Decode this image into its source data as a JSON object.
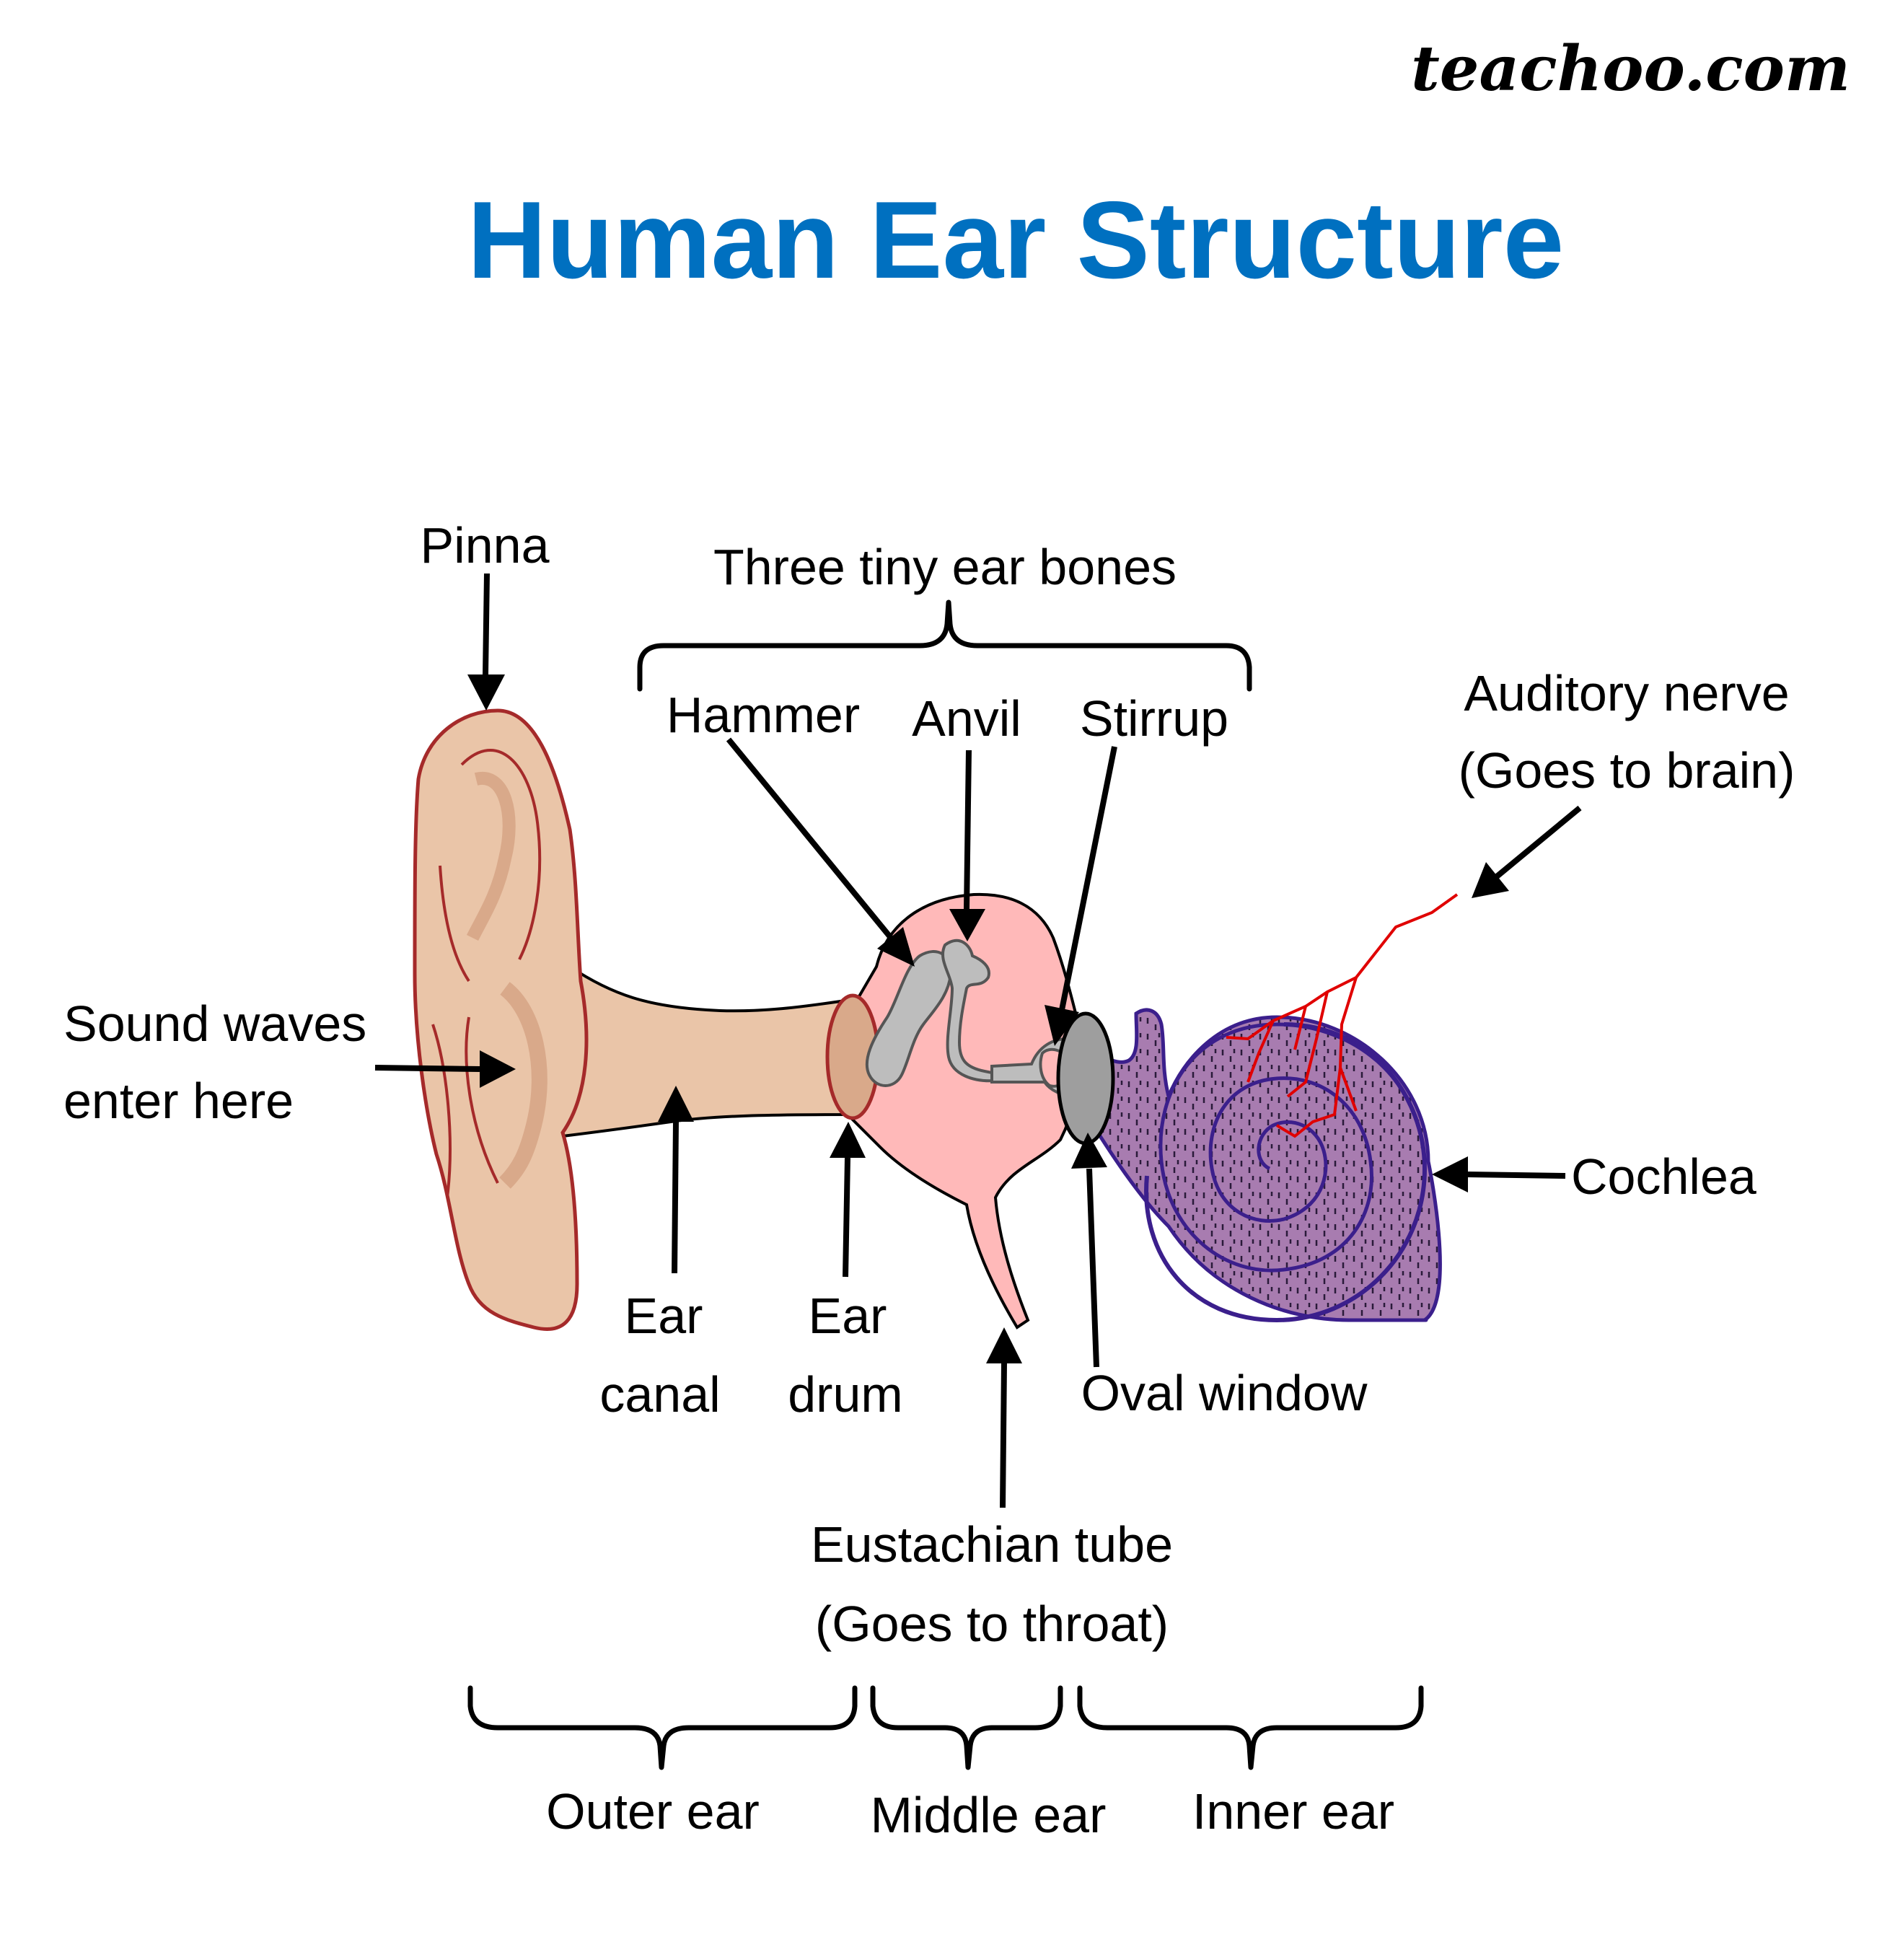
{
  "brand": "teachoo.com",
  "title": "Human Ear Structure",
  "colors": {
    "title": "#0070C0",
    "skin": "#EAC5A8",
    "skin_dark": "#D9A98A",
    "outline": "#A52A2A",
    "middle_ear": "#FFB9B9",
    "bone": "#BDBDBD",
    "cochlea": "#A87CB0",
    "cochlea_outline": "#3B1F8C",
    "nerve": "#E00000"
  },
  "labels": {
    "pinna": "Pinna",
    "ear_bones_group": "Three tiny ear bones",
    "hammer": "Hammer",
    "anvil": "Anvil",
    "stirrup": "Stirrup",
    "auditory_nerve": [
      "Auditory nerve",
      "(Goes to brain)"
    ],
    "sound_waves": [
      "Sound waves",
      "enter here"
    ],
    "cochlea": "Cochlea",
    "ear_canal": [
      "Ear",
      "canal"
    ],
    "ear_drum": [
      "Ear",
      "drum"
    ],
    "oval_window": "Oval window",
    "eustachian_tube": [
      "Eustachian tube",
      "(Goes to throat)"
    ],
    "outer_ear": "Outer ear",
    "middle_ear": "Middle ear",
    "inner_ear": "Inner ear"
  }
}
